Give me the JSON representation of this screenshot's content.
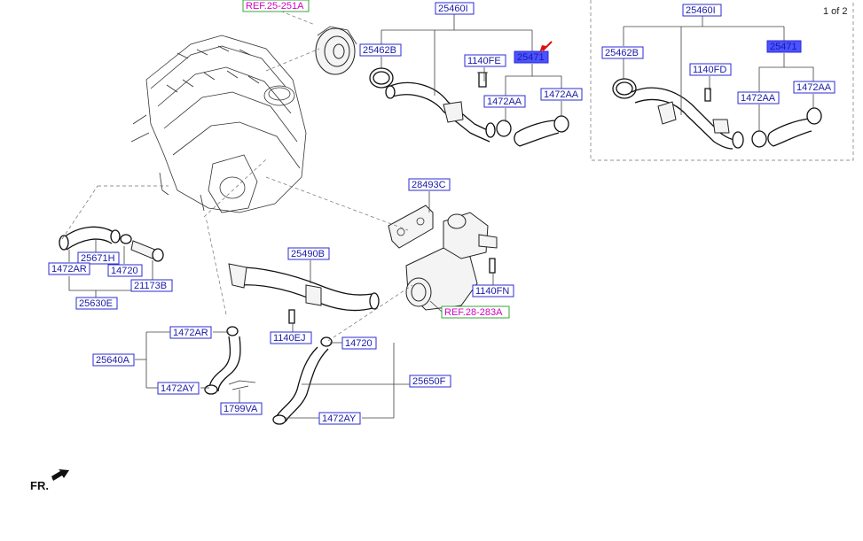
{
  "page_indicator": "1 of 2",
  "front_label": "FR.",
  "labels": {
    "ref_25_251a": "REF.25-251A",
    "ref_28_283a": "REF.28-283A",
    "p25460I_main": "25460I",
    "p25462B_main": "25462B",
    "p1140FE": "1140FE",
    "p25471_main": "25471",
    "p1472AA_main_left": "1472AA",
    "p1472AA_main_right": "1472AA",
    "p25460I_inset": "25460I",
    "p25462B_inset": "25462B",
    "p1140FD": "1140FD",
    "p25471_inset": "25471",
    "p1472AA_inset_left": "1472AA",
    "p1472AA_inset_right": "1472AA",
    "p28493C": "28493C",
    "p25490B": "25490B",
    "p1140FN": "1140FN",
    "p1140EJ": "1140EJ",
    "p25671H": "25671H",
    "p1472AR_left": "1472AR",
    "p14720_left": "14720",
    "p21173B": "21173B",
    "p25630E": "25630E",
    "p1472AR_mid": "1472AR",
    "p25640A": "25640A",
    "p1472AY_mid": "1472AY",
    "p1799VA": "1799VA",
    "p14720_mid": "14720",
    "p25650F": "25650F",
    "p1472AY_bottom": "1472AY"
  },
  "colors": {
    "label_text": "#1a1aa8",
    "label_border": "#2b2bd6",
    "selected_fill": "#4b52ff",
    "ref_text": "#d400c8",
    "ref_border": "#3aa63a",
    "selection_arrow": "#e01010"
  },
  "icons": {
    "selection_pointer": "red-arrow-icon",
    "front_direction": "front-arrow-icon"
  }
}
